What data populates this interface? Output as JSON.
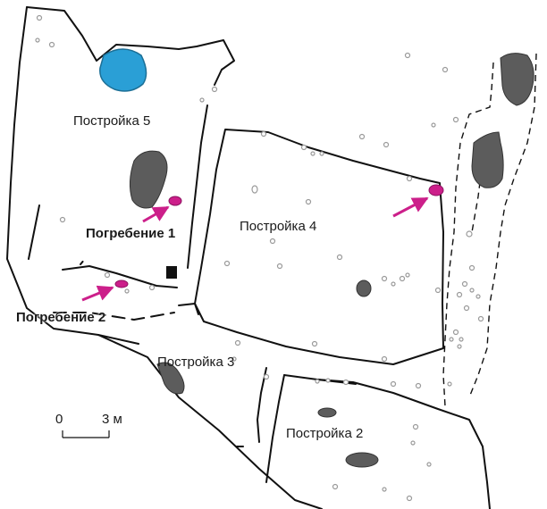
{
  "labels": {
    "building_5": "Постройка 5",
    "building_4": "Постройка 4",
    "building_3": "Постройка 3",
    "building_2": "Постройка 2",
    "burial_1": "Погребение 1",
    "burial_2": "Погребение 2"
  },
  "scale": {
    "zero": "0",
    "value": "3 м"
  },
  "colors": {
    "walls": "#111111",
    "pits_dark": "#5c5c5c",
    "postholes": "#9a9a9a",
    "burials_and_arrows": "#cc1f8a",
    "water_pit": "#2a9fd6"
  }
}
